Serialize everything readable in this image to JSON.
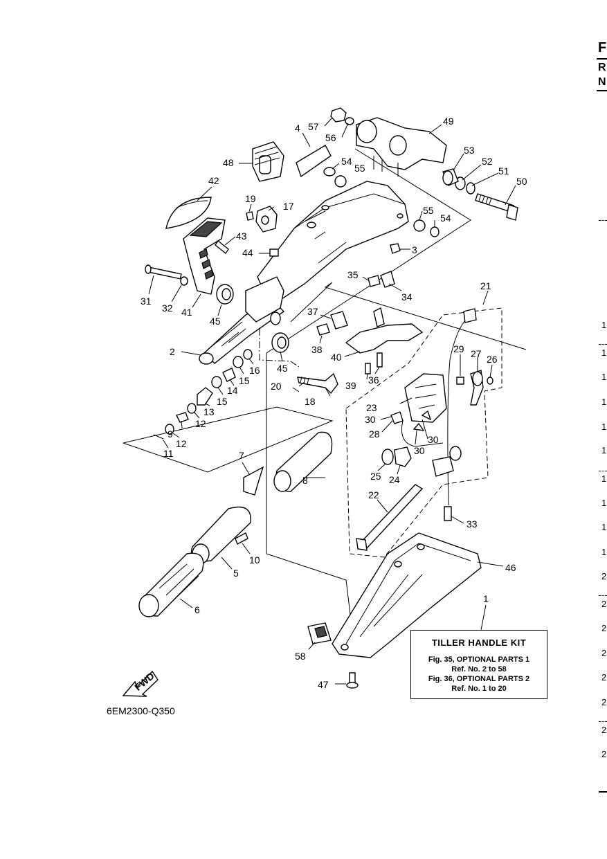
{
  "header_edge": {
    "letters": [
      "F",
      "R",
      "N"
    ],
    "right_marks": [
      "1",
      "1",
      "1",
      "1",
      "1",
      "1",
      "1",
      "1",
      "1",
      "1",
      "2",
      "2",
      "2",
      "2",
      "2",
      "2",
      "2",
      "2"
    ]
  },
  "callouts": {
    "c57": "57",
    "c56": "56",
    "c4": "4",
    "c49": "49",
    "c48": "48",
    "c54a": "54",
    "c55a": "55",
    "c53": "53",
    "c52": "52",
    "c51": "51",
    "c50": "50",
    "c42": "42",
    "c19": "19",
    "c17": "17",
    "c55b": "55",
    "c54b": "54",
    "c43": "43",
    "c3": "3",
    "c44": "44",
    "c35": "35",
    "c34": "34",
    "c21": "21",
    "c31": "31",
    "c32": "32",
    "c41": "41",
    "c45a": "45",
    "c37": "37",
    "c38": "38",
    "c2": "2",
    "c40": "40",
    "c29": "29",
    "c27": "27",
    "c26": "26",
    "c16": "16",
    "c15a": "15",
    "c14": "14",
    "c15b": "15",
    "c13": "13",
    "c45b": "45",
    "c20": "20",
    "c18": "18",
    "c39": "39",
    "c36": "36",
    "c23": "23",
    "c12a": "12",
    "c9": "9",
    "c12b": "12",
    "c11": "11",
    "c30a": "30",
    "c28": "28",
    "c30b": "30",
    "c30c": "30",
    "c7": "7",
    "c8": "8",
    "c25": "25",
    "c24": "24",
    "c22": "22",
    "c33": "33",
    "c10": "10",
    "c5": "5",
    "c46": "46",
    "c6": "6",
    "c1": "1",
    "c58": "58",
    "c47": "47"
  },
  "fwd_label": "FWD",
  "kit_box": {
    "title": "TILLER HANDLE KIT",
    "line1": "Fig. 35, OPTIONAL PARTS 1",
    "line2": "Ref. No. 2 to 58",
    "line3": "Fig. 36, OPTIONAL PARTS 2",
    "line4": "Ref. No. 1 to 20"
  },
  "diagram_code": "6EM2300-Q350"
}
